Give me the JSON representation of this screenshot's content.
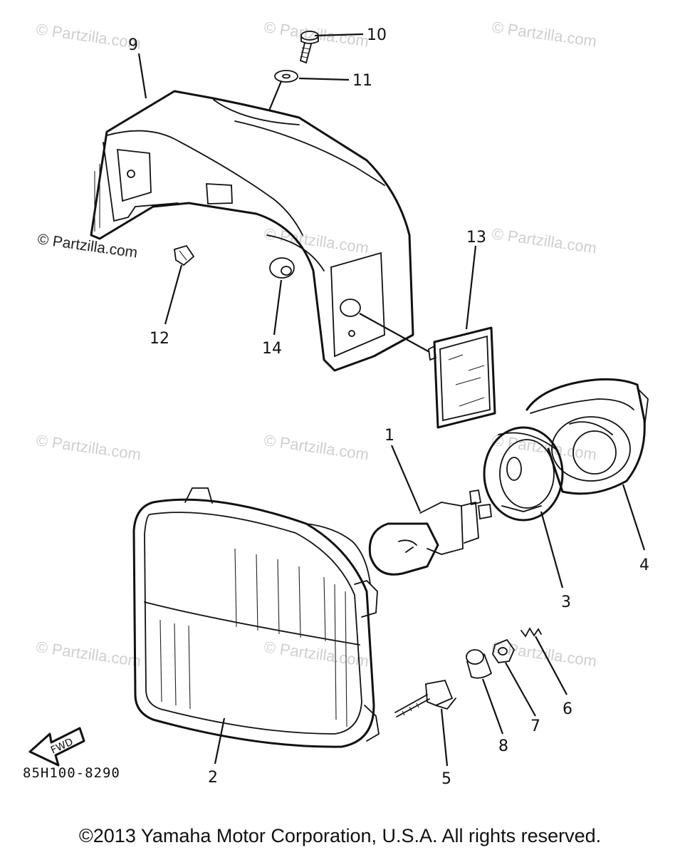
{
  "watermarks": [
    "© Partzilla.com",
    "© Partzilla.com",
    "© Partzilla.com",
    "© Partzilla.com",
    "© Partzilla.com",
    "© Partzilla.com",
    "© Partzilla.com",
    "© Partzilla.com",
    "© Partzilla.com",
    "© Partzilla.com",
    "© Partzilla.com"
  ],
  "watermark_main": "© Partzilla.com",
  "labels": {
    "p1": "1",
    "p2": "2",
    "p3": "3",
    "p4": "4",
    "p5": "5",
    "p6": "6",
    "p7": "7",
    "p8": "8",
    "p9": "9",
    "p10": "10",
    "p11": "11",
    "p12": "12",
    "p13": "13",
    "p14": "14"
  },
  "fwd_label": "FWD",
  "drawing_number": "85H100-8290",
  "copyright": "©2013 Yamaha Motor Corporation, U.S.A. All rights reserved."
}
